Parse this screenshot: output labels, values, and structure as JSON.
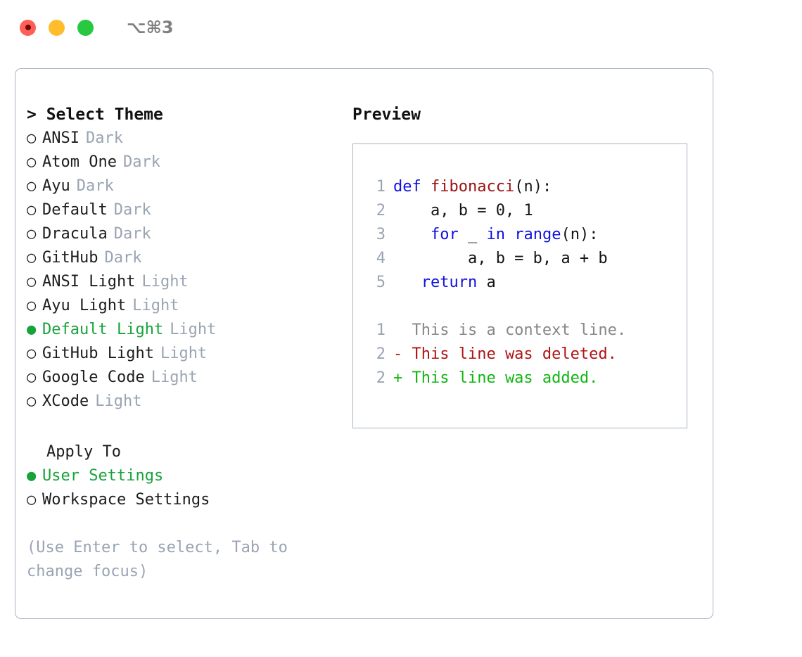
{
  "titlebar": {
    "shortcut": "⌥⌘3",
    "buttons": [
      {
        "name": "close",
        "color": "#ff5f57"
      },
      {
        "name": "minimize",
        "color": "#ffbd2e"
      },
      {
        "name": "maximize",
        "color": "#28c840"
      }
    ]
  },
  "theme_picker": {
    "marker": "> ",
    "title": "Select Theme",
    "bullet_unselected": "○",
    "bullet_selected": "●",
    "items": [
      {
        "label": "ANSI",
        "category": "Dark",
        "selected": false
      },
      {
        "label": "Atom One",
        "category": "Dark",
        "selected": false
      },
      {
        "label": "Ayu",
        "category": "Dark",
        "selected": false
      },
      {
        "label": "Default",
        "category": "Dark",
        "selected": false
      },
      {
        "label": "Dracula",
        "category": "Dark",
        "selected": false
      },
      {
        "label": "GitHub",
        "category": "Dark",
        "selected": false
      },
      {
        "label": "ANSI Light",
        "category": "Light",
        "selected": false
      },
      {
        "label": "Ayu Light",
        "category": "Light",
        "selected": false
      },
      {
        "label": "Default Light",
        "category": "Light",
        "selected": true
      },
      {
        "label": "GitHub Light",
        "category": "Light",
        "selected": false
      },
      {
        "label": "Google Code",
        "category": "Light",
        "selected": false
      },
      {
        "label": "XCode",
        "category": "Light",
        "selected": false
      }
    ]
  },
  "apply_to": {
    "title": "Apply To",
    "items": [
      {
        "label": "User Settings",
        "selected": true
      },
      {
        "label": "Workspace Settings",
        "selected": false
      }
    ]
  },
  "hint": "(Use Enter to select, Tab to change focus)",
  "preview": {
    "title": "Preview",
    "code_lines": [
      {
        "no": "1",
        "tokens": [
          {
            "t": "def ",
            "c": "kw"
          },
          {
            "t": "fibonacci",
            "c": "fn"
          },
          {
            "t": "(n):",
            "c": "plain"
          }
        ]
      },
      {
        "no": "2",
        "tokens": [
          {
            "t": "    a, b = 0, 1",
            "c": "plain"
          }
        ]
      },
      {
        "no": "3",
        "tokens": [
          {
            "t": "    ",
            "c": "plain"
          },
          {
            "t": "for",
            "c": "kw"
          },
          {
            "t": " _ ",
            "c": "plain"
          },
          {
            "t": "in",
            "c": "kw"
          },
          {
            "t": " ",
            "c": "plain"
          },
          {
            "t": "range",
            "c": "kw"
          },
          {
            "t": "(n):",
            "c": "plain"
          }
        ]
      },
      {
        "no": "4",
        "tokens": [
          {
            "t": "        a, b = b, a + b",
            "c": "plain"
          }
        ]
      },
      {
        "no": "5",
        "tokens": [
          {
            "t": "   ",
            "c": "plain"
          },
          {
            "t": "return",
            "c": "kw"
          },
          {
            "t": " a",
            "c": "plain"
          }
        ]
      }
    ],
    "diff_lines": [
      {
        "no": "1",
        "prefix": "  ",
        "text": "This is a context line.",
        "kind": "ctx"
      },
      {
        "no": "2",
        "prefix": "- ",
        "text": "This line was deleted.",
        "kind": "del"
      },
      {
        "no": "2",
        "prefix": "+ ",
        "text": "This line was added.",
        "kind": "add"
      }
    ]
  },
  "colors": {
    "accent_green": "#18a23a",
    "muted_gray": "#9aa4b2",
    "border": "#a9b3c2",
    "keyword_blue": "#1111e0",
    "function_red": "#9b1111",
    "diff_add": "#11b511",
    "diff_del": "#b01414"
  }
}
